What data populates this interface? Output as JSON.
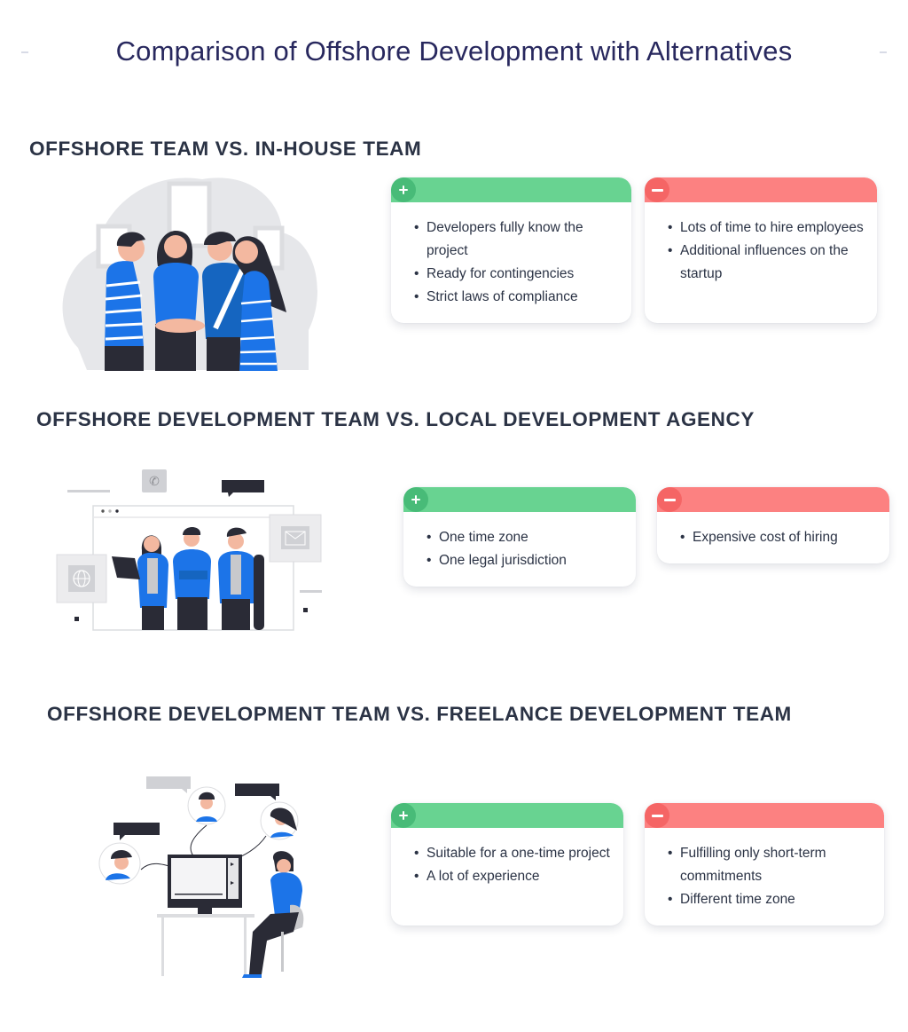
{
  "title": "Comparison of Offshore Development with Alternatives",
  "colors": {
    "title": "#28285e",
    "heading": "#2b3345",
    "pro_header": "#68d391",
    "pro_badge": "#48bb78",
    "con_header": "#fc8181",
    "con_badge": "#f56565",
    "illustration_blue": "#1c74e8",
    "illustration_dark": "#2a2b36"
  },
  "sections": [
    {
      "heading": "OFFSHORE TEAM VS. IN-HOUSE TEAM",
      "illustration": "team-hands-together-illustration",
      "pros": {
        "icon": "plus-icon",
        "items": [
          "Developers fully know the project",
          "Ready for contingencies",
          "Strict laws of compliance"
        ]
      },
      "cons": {
        "icon": "minus-icon",
        "items": [
          "Lots of time to hire employees",
          "Additional influences on the startup"
        ]
      }
    },
    {
      "heading": "OFFSHORE DEVELOPMENT TEAM VS. LOCAL DEVELOPMENT AGENCY",
      "illustration": "agency-team-browser-window-illustration",
      "pros": {
        "icon": "plus-icon",
        "items": [
          "One time zone",
          "One legal jurisdiction"
        ]
      },
      "cons": {
        "icon": "minus-icon",
        "items": [
          "Expensive cost of hiring"
        ]
      }
    },
    {
      "heading": "OFFSHORE DEVELOPMENT TEAM VS. FREELANCE DEVELOPMENT TEAM",
      "illustration": "remote-freelancers-video-call-illustration",
      "pros": {
        "icon": "plus-icon",
        "items": [
          "Suitable for a one-time project",
          "A lot of experience"
        ]
      },
      "cons": {
        "icon": "minus-icon",
        "items": [
          "Fulfilling only short-term commitments",
          "Different time zone"
        ]
      }
    }
  ]
}
